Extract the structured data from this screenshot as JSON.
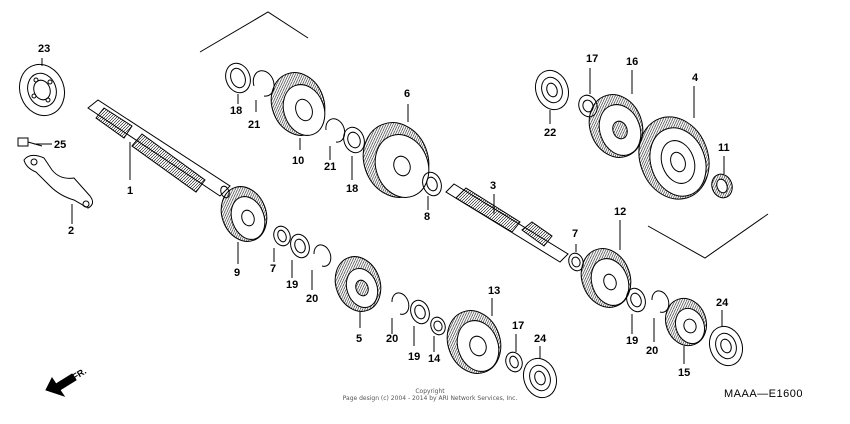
{
  "diagram": {
    "callouts": [
      "23",
      "25",
      "1",
      "2",
      "18",
      "21",
      "10",
      "21",
      "18",
      "6",
      "8",
      "3",
      "7",
      "9",
      "7",
      "19",
      "20",
      "5",
      "20",
      "19",
      "14",
      "13",
      "17",
      "24",
      "22",
      "17",
      "16",
      "4",
      "11",
      "12",
      "19",
      "20",
      "15",
      "24"
    ],
    "copyright_line1": "Copyright",
    "copyright_line2": "Page design (c) 2004 - 2014 by ARI Network Services, Inc.",
    "diagram_code": "MAAA—E1600",
    "direction_label": "FR.",
    "colors": {
      "ink": "#000000",
      "background": "#ffffff"
    }
  }
}
